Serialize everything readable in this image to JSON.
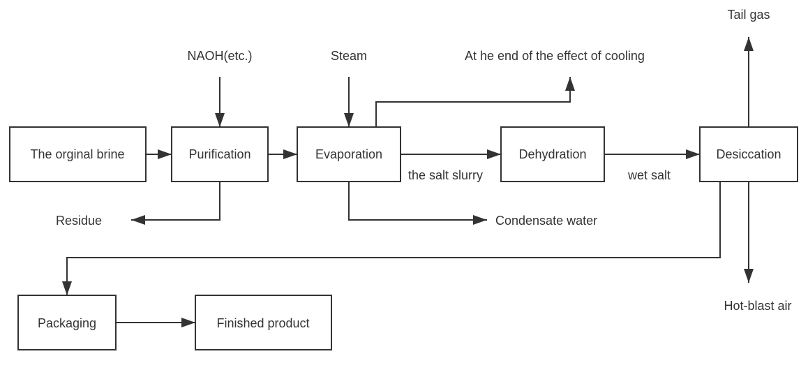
{
  "diagram": {
    "type": "process-flow",
    "nodes": {
      "brine": "The orginal brine",
      "purification": "Purification",
      "evaporation": "Evaporation",
      "dehydration": "Dehydration",
      "desiccation": "Desiccation",
      "packaging": "Packaging",
      "finished": "Finished product"
    },
    "labels": {
      "naoh": "NAOH(etc.)",
      "steam": "Steam",
      "cooling": "At he end of the effect of cooling",
      "tail_gas": "Tail gas",
      "residue": "Residue",
      "condensate": "Condensate water",
      "salt_slurry": "the salt slurry",
      "wet_salt": "wet salt",
      "hot_blast": "Hot-blast air"
    },
    "edges": [
      {
        "from": "The orginal brine",
        "to": "Purification"
      },
      {
        "from": "NAOH(etc.)",
        "to": "Purification"
      },
      {
        "from": "Purification",
        "to": "Evaporation"
      },
      {
        "from": "Purification",
        "to": "Residue"
      },
      {
        "from": "Steam",
        "to": "Evaporation"
      },
      {
        "from": "Evaporation",
        "to": "At he end of the effect of cooling"
      },
      {
        "from": "Evaporation",
        "to": "Dehydration",
        "label": "the salt slurry"
      },
      {
        "from": "Evaporation",
        "to": "Condensate water"
      },
      {
        "from": "Dehydration",
        "to": "Desiccation",
        "label": "wet salt"
      },
      {
        "from": "Desiccation",
        "to": "Tail gas"
      },
      {
        "from": "Desiccation",
        "to": "Hot-blast air"
      },
      {
        "from": "Desiccation",
        "to": "Packaging"
      },
      {
        "from": "Packaging",
        "to": "Finished product"
      }
    ]
  }
}
